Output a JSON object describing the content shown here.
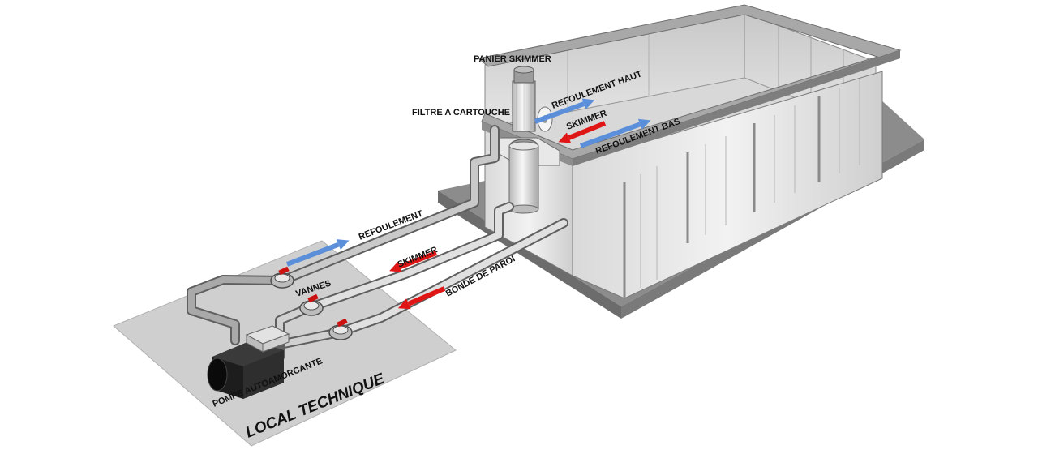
{
  "labels": {
    "panier_skimmer": "PANIER SKIMMER",
    "filtre_cartouche": "FILTRE A CARTOUCHE",
    "refoulement_haut": "REFOULEMENT HAUT",
    "skimmer_top": "SKIMMER",
    "refoulement_bas": "REFOULEMENT BAS",
    "refoulement": "REFOULEMENT",
    "skimmer": "SKIMMER",
    "bonde_de_paroi": "BONDE DE PAROI",
    "vannes": "VANNES",
    "pompe": "POMPE AUTOAMORCANTE",
    "local_technique": "LOCAL TECHNIQUE"
  },
  "colors": {
    "refoulement_arrow": "#5b8fd9",
    "aspiration_arrow": "#e01616",
    "valve_handle": "#cc1111",
    "floor": "#cfcfcf"
  }
}
